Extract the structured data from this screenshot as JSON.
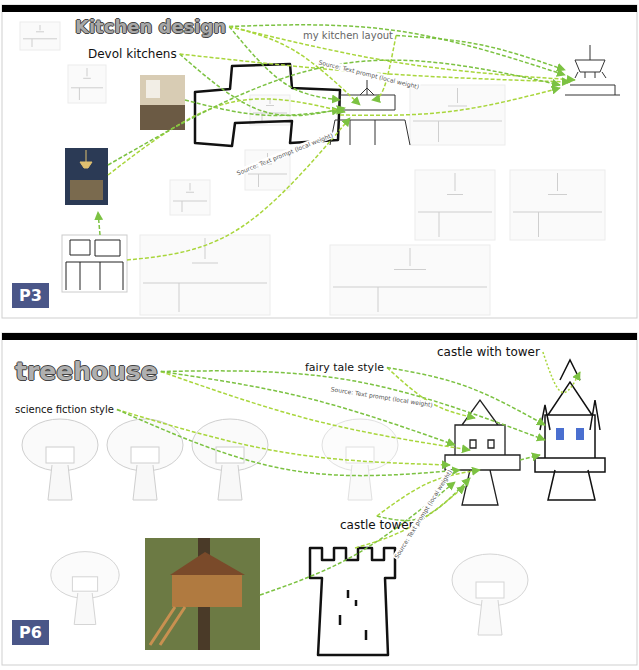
{
  "diagram": {
    "nodes": [
      {
        "text": [
          "Kitchen design"
        ]
      },
      {
        "text": [
          "Devol kitchens"
        ]
      },
      {
        "text": [
          "my kitchen layout"
        ]
      },
      {
        "text": [
          "P3"
        ]
      },
      {
        "text": [
          "treehouse"
        ]
      },
      {
        "text": [
          "science fiction style"
        ]
      },
      {
        "text": [
          "fairy tale style"
        ]
      },
      {
        "text": [
          "castle with tower"
        ]
      },
      {
        "text": [
          "castle tower"
        ]
      },
      {
        "text": [
          "P6"
        ]
      }
    ],
    "labels": [
      "Source: Text prompt (local weight)",
      "Source: Text prompt (local weight)",
      "Source: Text prompt (local weight)",
      "Source: Text prompt (local weight)"
    ]
  }
}
